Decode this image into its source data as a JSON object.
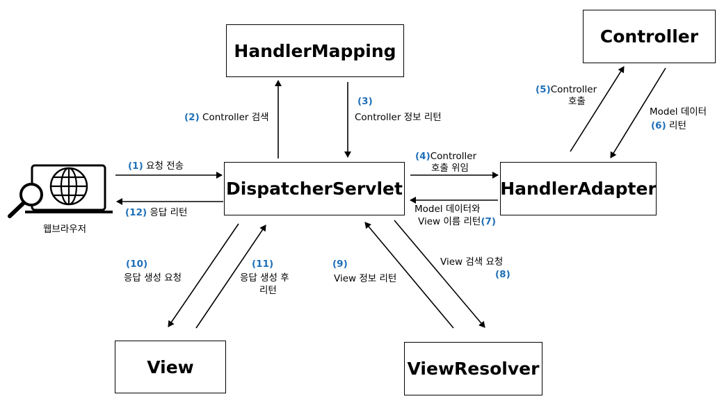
{
  "nodes": {
    "handler_mapping": "HandlerMapping",
    "controller": "Controller",
    "dispatcher": "DispatcherServlet",
    "handler_adapter": "HandlerAdapter",
    "view": "View",
    "view_resolver": "ViewResolver",
    "browser": "웹브라우저"
  },
  "steps": {
    "s1": {
      "num": "(1)",
      "text": "요청 전송"
    },
    "s2": {
      "num": "(2)",
      "text": "Controller 검색"
    },
    "s3": {
      "num": "(3)",
      "text": "Controller 정보 리턴"
    },
    "s4": {
      "num": "(4)",
      "text1": "Controller",
      "text2": "호출 위임"
    },
    "s5": {
      "num": "(5)",
      "text1": "Controller",
      "text2": "호출"
    },
    "s6": {
      "num": "(6)",
      "text1": "Model 데이터",
      "text2": "리턴"
    },
    "s7": {
      "num": "(7)",
      "text1": "Model 데이터와",
      "text2": "View 이름 리턴"
    },
    "s8": {
      "num": "(8)",
      "text": "View 검색 요청"
    },
    "s9": {
      "num": "(9)",
      "text": "View 정보 리턴"
    },
    "s10": {
      "num": "(10)",
      "text": "응답 생성 요청"
    },
    "s11": {
      "num": "(11)",
      "text1": "응답 생성 후",
      "text2": "리턴"
    },
    "s12": {
      "num": "(12)",
      "text": "응답 리턴"
    }
  },
  "colors": {
    "step_number": "#1f6fb8",
    "line": "#000000"
  },
  "icons": {
    "browser": "laptop-globe-magnifier-icon"
  }
}
